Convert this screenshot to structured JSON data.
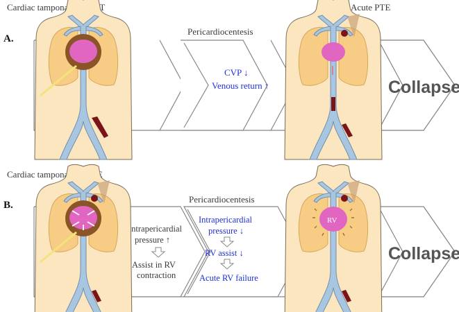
{
  "panels": {
    "a": {
      "letter": "A.",
      "title": "Cardiac tamponade + DVT",
      "procedure": "Pericardiocentesis",
      "effect_1": "CVP ↓",
      "effect_2": "Venous return ↑",
      "second_state": "Acute PTE",
      "outcome": "Collapse"
    },
    "b": {
      "letter": "B.",
      "title": "Cardiac tamponade + PTE",
      "pre_1": "Intrapericardial",
      "pre_2": "pressure ↑",
      "pre_3": "Assist in RV",
      "pre_4": "contraction",
      "procedure": "Pericardiocentesis",
      "post_1": "Intrapericardial",
      "post_2": "pressure ↓",
      "post_3": "RV assist ↓",
      "post_4": "Acute RV failure",
      "rv_label": "RV",
      "outcome": "Collapse"
    }
  },
  "colors": {
    "skin": "#fbe6bf",
    "lung": "#f7cd85",
    "heart": "#e066c2",
    "pericardium": "#8a5426",
    "vessel": "#a9c6e0",
    "clot": "#7a1418",
    "needle": "#f5e27a",
    "emph_text": "#1f2fd8",
    "collapse_text": "#555555"
  }
}
